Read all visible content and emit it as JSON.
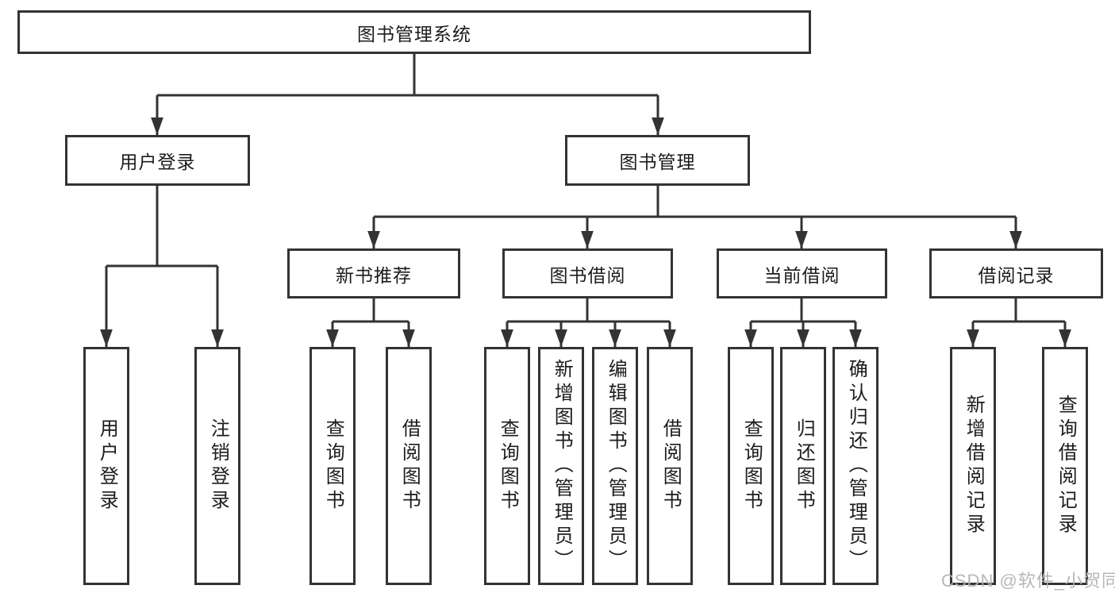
{
  "tree": {
    "root": {
      "label": "图书管理系统",
      "children": [
        {
          "label": "用户登录",
          "children": [
            {
              "label": "用户登录"
            },
            {
              "label": "注销登录"
            }
          ]
        },
        {
          "label": "图书管理",
          "children": [
            {
              "label": "新书推荐",
              "children": [
                {
                  "label": "查询图书"
                },
                {
                  "label": "借阅图书"
                }
              ]
            },
            {
              "label": "图书借阅",
              "children": [
                {
                  "label": "查询图书"
                },
                {
                  "label": "新增图书（管理员）"
                },
                {
                  "label": "编辑图书（管理员）"
                },
                {
                  "label": "借阅图书"
                }
              ]
            },
            {
              "label": "当前借阅",
              "children": [
                {
                  "label": "查询图书"
                },
                {
                  "label": "归还图书"
                },
                {
                  "label": "确认归还（管理员）"
                }
              ]
            },
            {
              "label": "借阅记录",
              "children": [
                {
                  "label": "新增借阅记录"
                },
                {
                  "label": "查询借阅记录"
                }
              ]
            }
          ]
        }
      ]
    }
  },
  "watermark": {
    "text": "CSDN @软件_小贺同学",
    "color": "#b4b4b4"
  },
  "colors": {
    "line": "#333333",
    "box_border": "#333333",
    "box_fill": "#ffffff",
    "text": "#1c1c1c",
    "background": "#ffffff"
  }
}
